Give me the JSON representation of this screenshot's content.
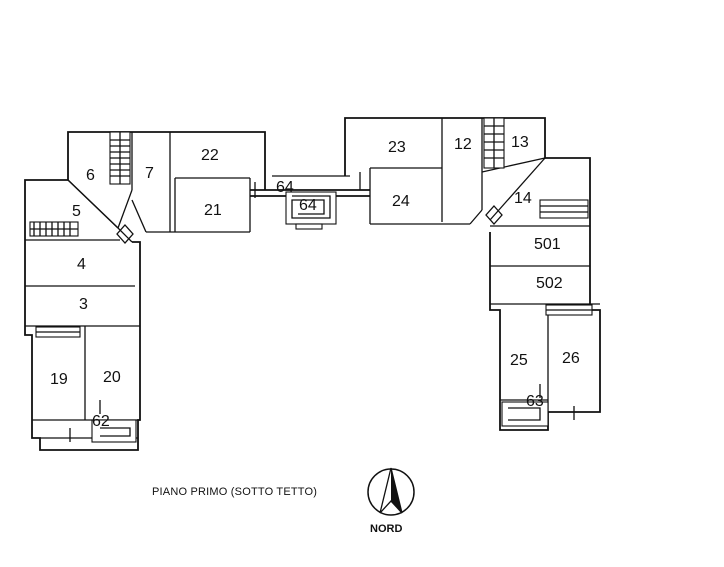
{
  "rooms": {
    "r3": "3",
    "r4": "4",
    "r5": "5",
    "r6": "6",
    "r7": "7",
    "r12": "12",
    "r13": "13",
    "r14": "14",
    "r19": "19",
    "r20": "20",
    "r21": "21",
    "r22": "22",
    "r23": "23",
    "r24": "24",
    "r25": "25",
    "r26": "26",
    "r501": "501",
    "r502": "502",
    "r62": "62",
    "r63": "63",
    "r64a": "64",
    "r64b": "64"
  },
  "caption": "PIANO PRIMO (SOTTO TETTO)",
  "compass_label": "NORD",
  "icons": [
    "north-arrow-icon",
    "stair-icon"
  ]
}
